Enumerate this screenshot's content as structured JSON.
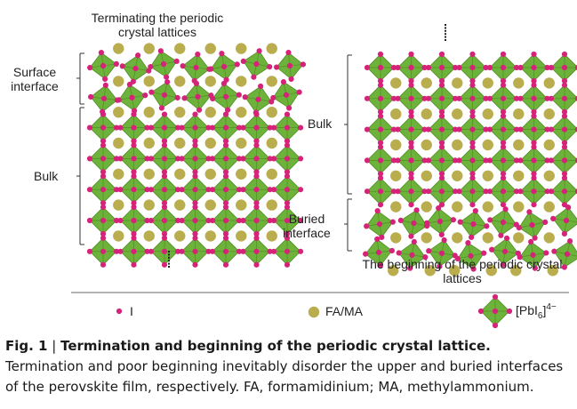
{
  "figure": {
    "left_panel": {
      "top_label": "Terminating the periodic crystal lattices",
      "surface_label": "Surface interface",
      "bulk_label": "Bulk"
    },
    "right_panel": {
      "bulk_label": "Bulk",
      "buried_label": "Buried interface",
      "bottom_label": "The beginning of the periodic crystal lattices"
    },
    "legend": {
      "iodide_label": "I",
      "cation_label": "FA/MA",
      "octahedron_label_base": "[PbI",
      "octahedron_label_sub": "6",
      "octahedron_label_close": "]",
      "octahedron_label_sup": "4−"
    },
    "colors": {
      "octahedron_green": "#6db23a",
      "octahedron_edge": "#4f8f22",
      "iodide_magenta": "#d6237a",
      "cation_olive": "#b9ad4e",
      "axis_line": "#9a9a9a"
    }
  },
  "caption": {
    "fig_label": "Fig. 1",
    "separator": " | ",
    "title": "Termination and beginning of the periodic crystal lattice.",
    "body": " Termination and poor beginning inevitably disorder the upper and buried interfaces of the perovskite film, respectively. FA, formamidinium; MA, methylammonium."
  }
}
